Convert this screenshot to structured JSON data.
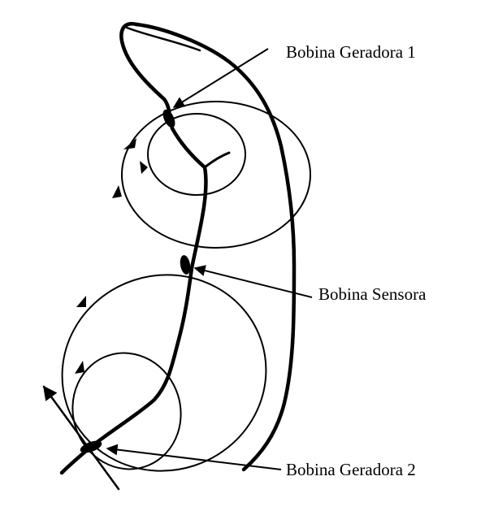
{
  "labels": {
    "generator_1": "Bobina Geradora 1",
    "sensor": "Bobina Sensora",
    "generator_2": "Bobina Geradora 2"
  },
  "colors": {
    "ink": "#000000",
    "background": "#ffffff"
  }
}
